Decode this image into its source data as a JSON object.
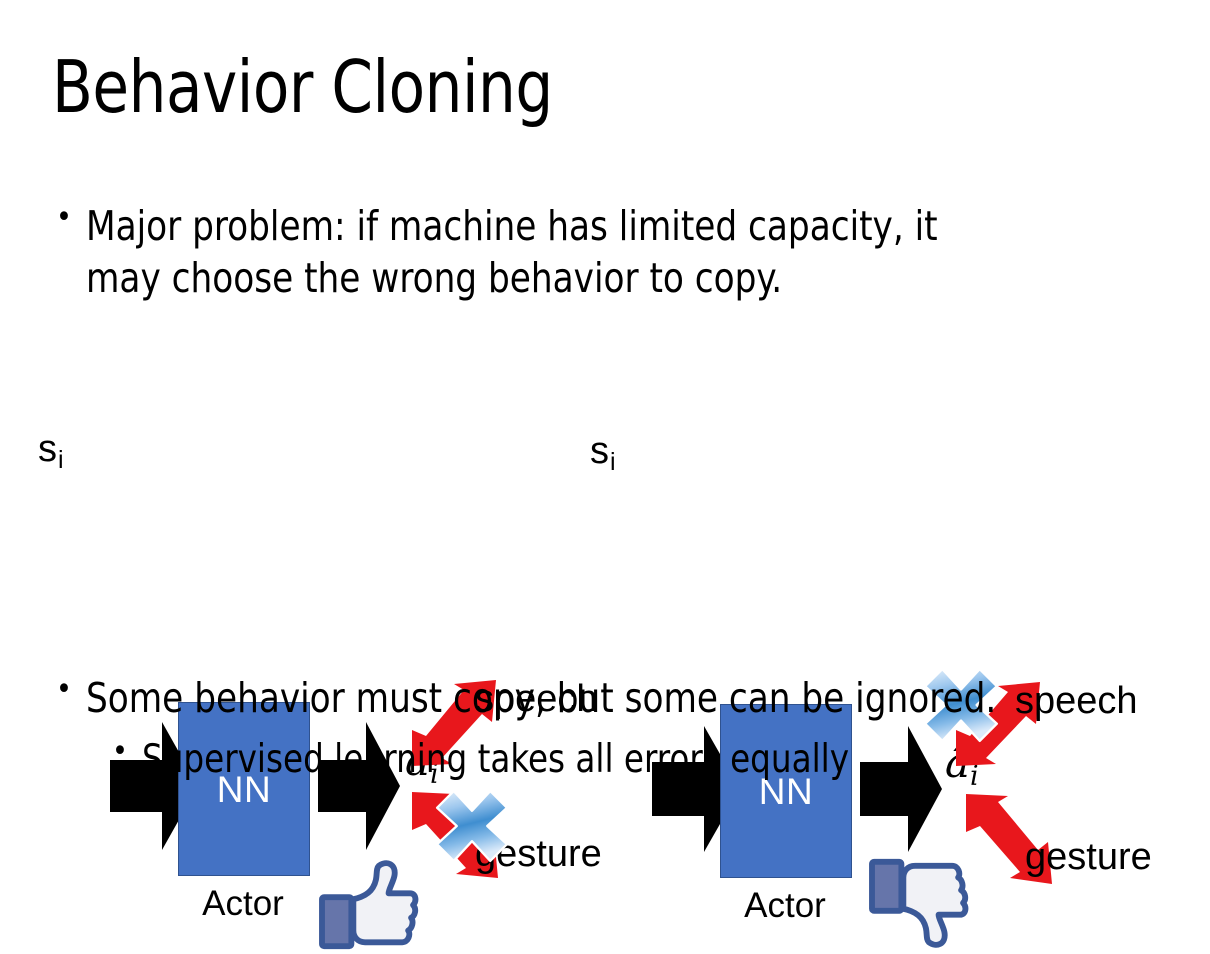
{
  "slide": {
    "title": "Behavior Cloning",
    "background_color": "#ffffff"
  },
  "bullets": {
    "top": {
      "marker": "•",
      "text": "Major problem: if machine has limited capacity, it\nmay choose the wrong behavior to copy."
    },
    "bottom_1": {
      "marker": "•",
      "text": "Some behavior must copy, but some can be ignored."
    },
    "bottom_2": {
      "marker": "•",
      "text": "Supervised learning takes all errors equally"
    }
  },
  "colors": {
    "nn_box_fill": "#4472C4",
    "nn_box_border": "#2f528f",
    "arrow_black": "#000000",
    "arrow_red": "#E8171C",
    "cross_blue_light": "#cfe2f7",
    "cross_blue_mid": "#5b9bd5",
    "cross_blue_dark": "#2e75b6",
    "hand_outline": "#3b5998",
    "hand_fill": "#f1f2f6",
    "hand_cuff": "#6675aa",
    "text_black": "#000000",
    "nn_label_white": "#ffffff"
  },
  "diagrams": [
    {
      "id": "left",
      "state_label": "s",
      "state_subscript": "i",
      "nn_label": "NN",
      "actor_label": "Actor",
      "action_label": "â",
      "action_subscript": "i",
      "branches": [
        {
          "name": "speech",
          "label": "speech",
          "crossed": false
        },
        {
          "name": "gesture",
          "label": "gesture",
          "crossed": true
        }
      ],
      "verdict_icon": "thumbs-up-icon",
      "verdict": "positive"
    },
    {
      "id": "right",
      "state_label": "s",
      "state_subscript": "i",
      "nn_label": "NN",
      "actor_label": "Actor",
      "action_label": "â",
      "action_subscript": "i",
      "branches": [
        {
          "name": "speech",
          "label": "speech",
          "crossed": true
        },
        {
          "name": "gesture",
          "label": "gesture",
          "crossed": false
        }
      ],
      "verdict_icon": "thumbs-down-icon",
      "verdict": "negative"
    }
  ]
}
